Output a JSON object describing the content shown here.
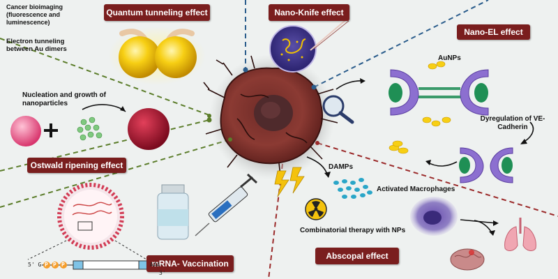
{
  "effects": {
    "quantum_tunneling": "Quantum tunneling effect",
    "nano_knife": "Nano-Knife effect",
    "nano_el": "Nano-EL effect",
    "ostwald": "Ostwald ripening effect",
    "mrna": "mRNA- Vaccination",
    "abscopal": "Abscopal effect"
  },
  "labels": {
    "cancer_bioimaging": "Cancer bioimaging\n(fluorescence and\nluminescence)",
    "electron_tunneling": "Electron tunneling\nbetween Au dimers",
    "nucleation": "Nucleation and growth of\nnanoparticles",
    "aunps": "AuNPs",
    "dyseregulation": "Dyregulation of VE-\nCadherin",
    "damps": "DAMPs",
    "activated_macrophages": "Activated Macrophages",
    "combinatorial": "Combinatorial therapy with NPs"
  },
  "mrna_strand": {
    "five_prime": "5' G-",
    "cap_letters": [
      "P",
      "P",
      "P"
    ],
    "aaa": "AAA-",
    "three_prime": "3'"
  },
  "colors": {
    "box_fill": "#7a1e1e",
    "blue_divider": "#2b5d8c",
    "green_divider": "#5b7d2a",
    "red_divider": "#9b2a2a",
    "gold": "#f4c20d",
    "tumor": "#7a2a26"
  }
}
